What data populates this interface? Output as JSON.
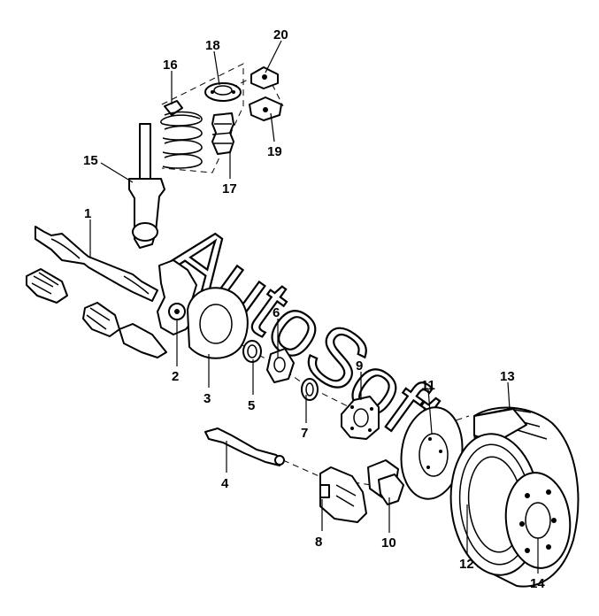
{
  "watermark": "AutoSoft",
  "callouts": {
    "c1": "1",
    "c2": "2",
    "c3": "3",
    "c4": "4",
    "c5": "5",
    "c6": "6",
    "c7": "7",
    "c8": "8",
    "c9": "9",
    "c10": "10",
    "c11": "11",
    "c12": "12",
    "c13": "13",
    "c14": "14",
    "c15": "15",
    "c16": "16",
    "c17": "17",
    "c18": "18",
    "c19": "19",
    "c20": "20"
  }
}
